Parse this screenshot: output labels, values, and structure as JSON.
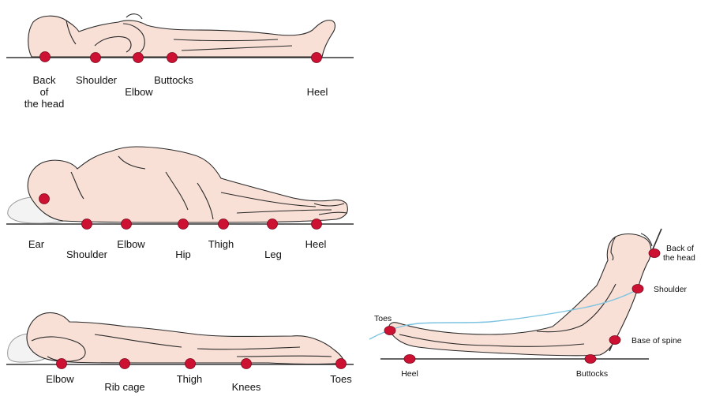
{
  "panels": {
    "supine": {
      "labels": {
        "back_of_head_line1": "Back",
        "back_of_head_line2": "of",
        "back_of_head_line3": "the head",
        "shoulder": "Shoulder",
        "elbow": "Elbow",
        "buttocks": "Buttocks",
        "heel": "Heel"
      }
    },
    "lateral": {
      "labels": {
        "ear": "Ear",
        "shoulder": "Shoulder",
        "elbow": "Elbow",
        "hip": "Hip",
        "thigh": "Thigh",
        "leg": "Leg",
        "heel": "Heel"
      }
    },
    "prone": {
      "labels": {
        "elbow": "Elbow",
        "rib_cage": "Rib cage",
        "thigh": "Thigh",
        "knees": "Knees",
        "toes": "Toes"
      }
    },
    "sitting": {
      "labels": {
        "toes": "Toes",
        "heel": "Heel",
        "buttocks": "Buttocks",
        "back_of_head_line1": "Back of",
        "back_of_head_line2": "the head",
        "shoulder": "Shoulder",
        "base_of_spine": "Base of spine"
      }
    }
  },
  "colors": {
    "pressure_point": "#cc1133",
    "skin": "#f9e0d6",
    "blanket": "#7cc3e0"
  }
}
